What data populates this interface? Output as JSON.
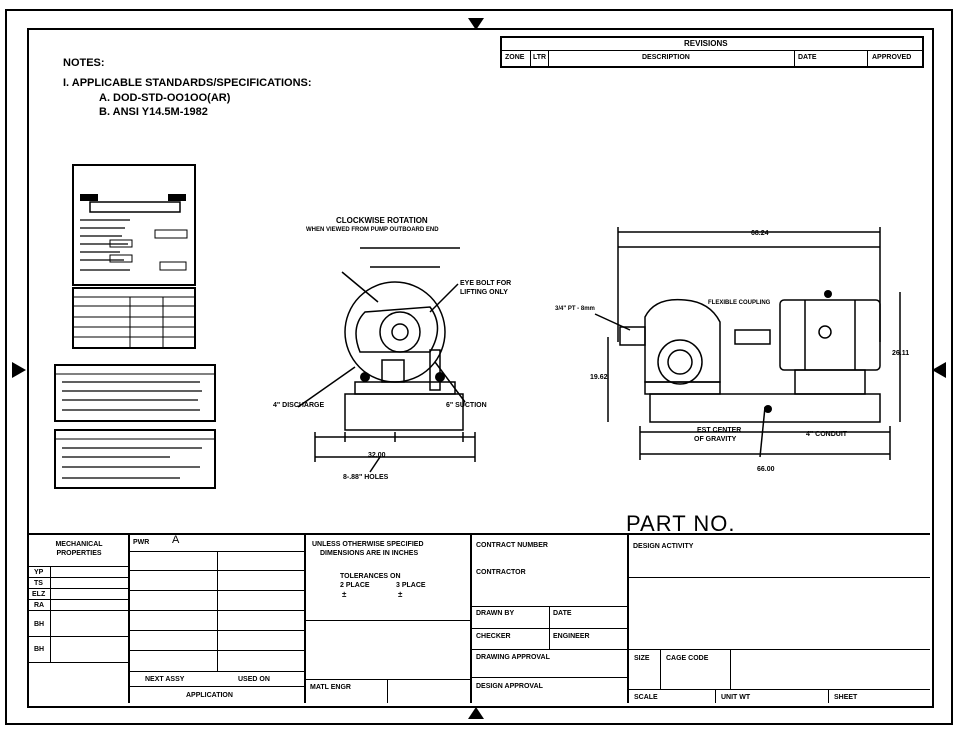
{
  "notes": {
    "heading": "NOTES:",
    "line1": "I.  APPLICABLE  STANDARDS/SPECIFICATIONS:",
    "line2": "A.  DOD-STD-OO1OO(AR)",
    "line3": "B.  ANSI  Y14.5M-1982"
  },
  "revisions": {
    "title": "REVISIONS",
    "col_zone": "ZONE",
    "col_ltr": "LTR",
    "col_description": "DESCRIPTION",
    "col_date": "DATE",
    "col_approved": "APPROVED"
  },
  "center_view": {
    "title": "CLOCKWISE  ROTATION",
    "subtitle": "WHEN VIEWED FROM PUMP OUTBOARD END",
    "discharge": "4\" DISCHARGE",
    "suction": "6\" SUCTION",
    "eye_bolt": "EYE BOLT FOR",
    "lifting": "LIFTING ONLY",
    "holes": "8-.88\" HOLES",
    "total_width": "32.00"
  },
  "right_view": {
    "overall": "68.24",
    "est_center": "EST CENTER",
    "of_gravity": "OF GRAVITY",
    "conduit": "4\" CONDUIT",
    "base_len": "66.00",
    "height_left": "19.62",
    "height_right": "26.11",
    "flex_coupling": "FLEXIBLE COUPLING",
    "pipe": "3/4\" PT - 8mm"
  },
  "part_no": "PART NO.",
  "title_block": {
    "mech_props": "MECHANICAL PROPERTIES",
    "pwr": "PWR",
    "pwr_val": "A",
    "row_labels": [
      "YP",
      "TS",
      "ELZ",
      "RA",
      "BH",
      "BH"
    ],
    "next_assy": "NEXT ASSY",
    "used_on": "USED ON",
    "application": "APPLICATION",
    "unless": "UNLESS OTHERWISE SPECIFIED",
    "dims": "DIMENSIONS ARE IN INCHES",
    "tolerances": "TOLERANCES ON",
    "place2": "2 PLACE",
    "place3": "3 PLACE",
    "pm": "±",
    "matl_engr": "MATL ENGR",
    "contract_number": "CONTRACT NUMBER",
    "contractor": "CONTRACTOR",
    "drawn_by": "DRAWN BY",
    "date": "DATE",
    "checker": "CHECKER",
    "engineer": "ENGINEER",
    "drawing_approval": "DRAWING APPROVAL",
    "design_approval": "DESIGN APPROVAL",
    "design_activity": "DESIGN ACTIVITY",
    "size": "SIZE",
    "cage_code": "CAGE CODE",
    "scale": "SCALE",
    "unit_wt": "UNIT WT",
    "sheet": "SHEET"
  }
}
